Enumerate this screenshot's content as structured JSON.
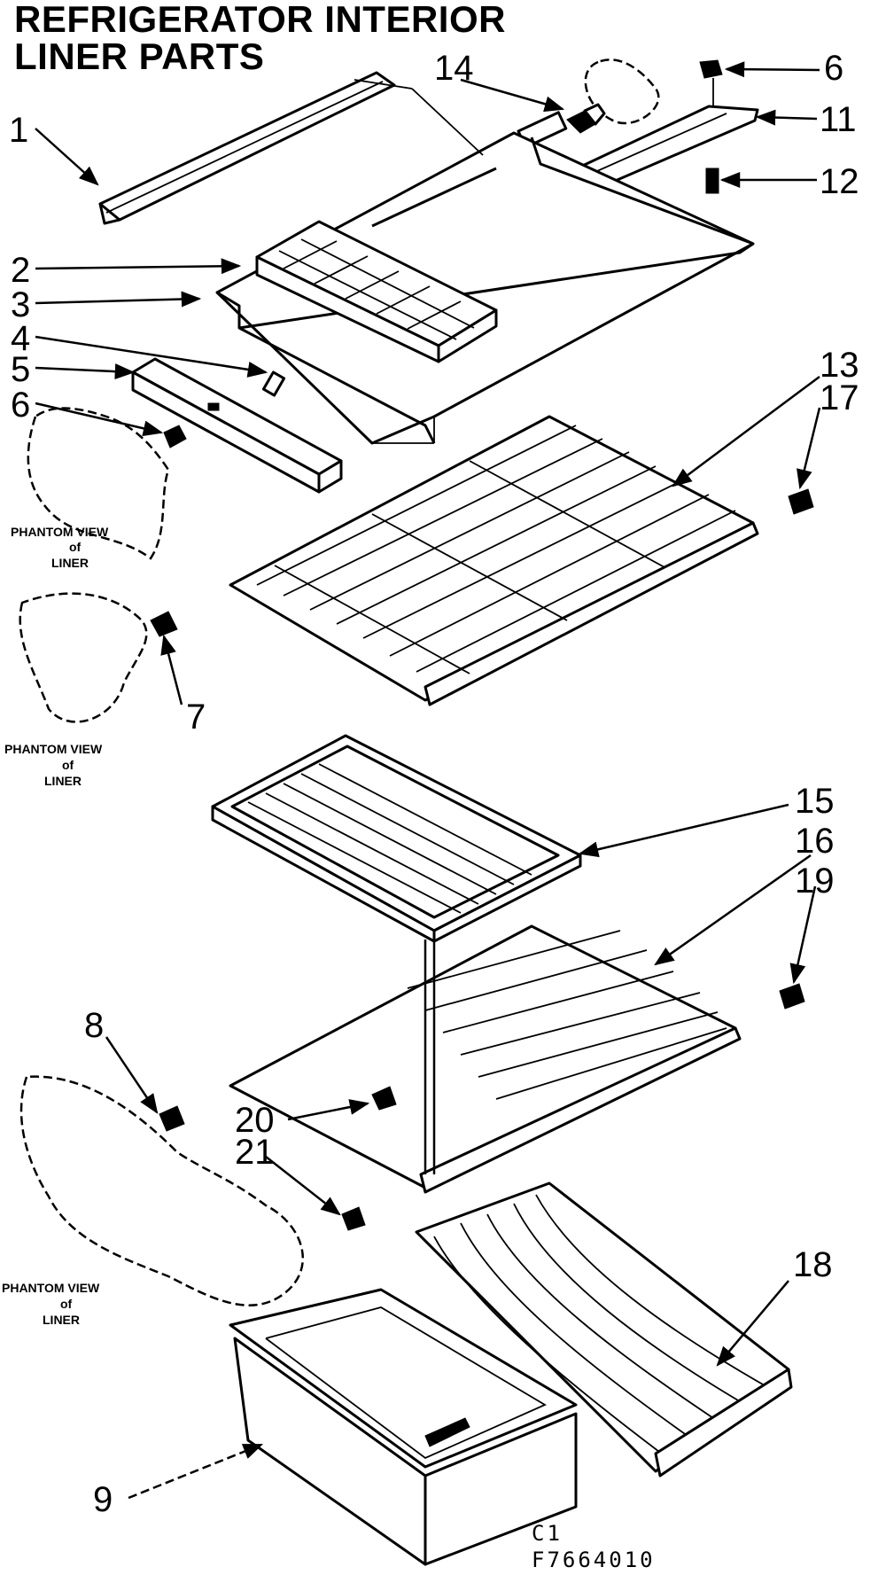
{
  "title": [
    "REFRIGERATOR INTERIOR",
    "LINER PARTS"
  ],
  "callouts": {
    "c1": "1",
    "c2": "2",
    "c3": "3",
    "c4": "4",
    "c5": "5",
    "c6a": "6",
    "c6b": "6",
    "c7": "7",
    "c8": "8",
    "c9": "9",
    "c11": "11",
    "c12": "12",
    "c13": "13",
    "c14": "14",
    "c15": "15",
    "c16": "16",
    "c17": "17",
    "c18": "18",
    "c19": "19",
    "c20": "20",
    "c21": "21"
  },
  "phantom_labels": {
    "a": [
      "PHANTOM VIEW",
      "of",
      "LINER"
    ],
    "b": [
      "PHANTOM VIEW",
      "of",
      "LINER"
    ],
    "c": [
      "PHANTOM VIEW",
      "of",
      "LINER"
    ]
  },
  "footer": [
    "C1",
    "F7664010"
  ]
}
